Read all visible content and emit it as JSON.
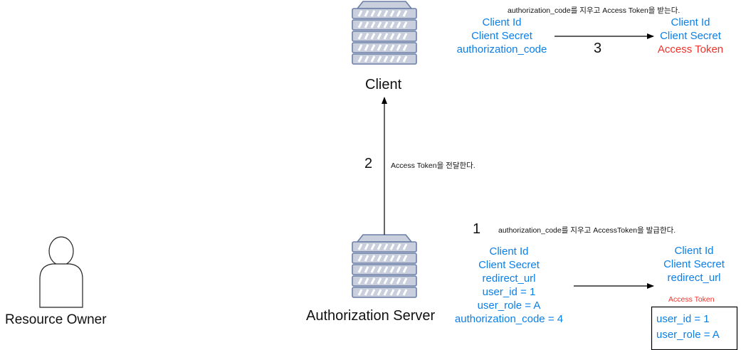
{
  "nodes": {
    "client_label": "Client",
    "auth_server_label": "Authorization Server",
    "resource_owner_label": "Resource Owner"
  },
  "step1": {
    "number": "1",
    "note": "authorization_code를 지우고 AccessToken을 발급한다.",
    "left_lines": [
      "Client Id",
      "Client Secret",
      "redirect_url",
      "user_id = 1",
      "user_role = A",
      "authorization_code = 4"
    ],
    "right_lines": [
      "Client Id",
      "Client Secret",
      "redirect_url"
    ],
    "token_caption": "Access Token",
    "token_lines": [
      "user_id = 1",
      "user_role = A"
    ]
  },
  "step2": {
    "number": "2",
    "note": "Access Token을 전달한다."
  },
  "step3": {
    "number": "3",
    "note": "authorization_code를 지우고 Access Token을 받는다.",
    "left_lines": [
      "Client Id",
      "Client Secret",
      "authorization_code"
    ],
    "right_lines": [
      "Client Id",
      "Client Secret"
    ],
    "right_highlight": "Access Token"
  },
  "colors": {
    "blue_text": "#0a7fe8",
    "red_text": "#f0322a",
    "server_stroke": "#6b7fa8",
    "server_fill": "#c9cfdd"
  },
  "icons": [
    "server-icon",
    "person-icon"
  ]
}
